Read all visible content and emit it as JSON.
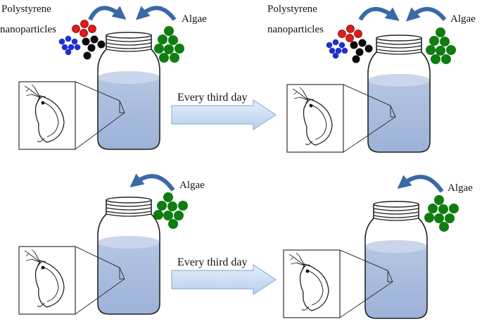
{
  "panels": [
    {
      "id": "top-left",
      "labels": {
        "particles_line1": "Polystyrene",
        "particles_line2": "nanoparticles",
        "algae": "Algae"
      },
      "has_particles": true
    },
    {
      "id": "top-right",
      "labels": {
        "particles_line1": "Polystyrene",
        "particles_line2": "nanoparticles",
        "algae": "Algae"
      },
      "has_particles": true
    },
    {
      "id": "bottom-left",
      "labels": {
        "algae": "Algae"
      },
      "has_particles": false
    },
    {
      "id": "bottom-right",
      "labels": {
        "algae": "Algae"
      },
      "has_particles": false
    }
  ],
  "transitions": [
    {
      "label": "Every third day"
    },
    {
      "label": "Every third day"
    }
  ],
  "colors": {
    "algae": "#0f7d10",
    "particle_red": "#e11a1a",
    "particle_black": "#0a0a0a",
    "particle_blue": "#1f2fd0",
    "curved_arrow": "#3b69a8",
    "jar_water": "#a9bcdc",
    "jar_water_surface": "#c9d6eb",
    "transition_arrow": "#c8dbf2",
    "transition_arrow_stroke": "#8fb3dc"
  },
  "icons": [
    "daphnia-icon",
    "jar-icon",
    "curved-arrow-icon",
    "right-arrow-icon"
  ]
}
